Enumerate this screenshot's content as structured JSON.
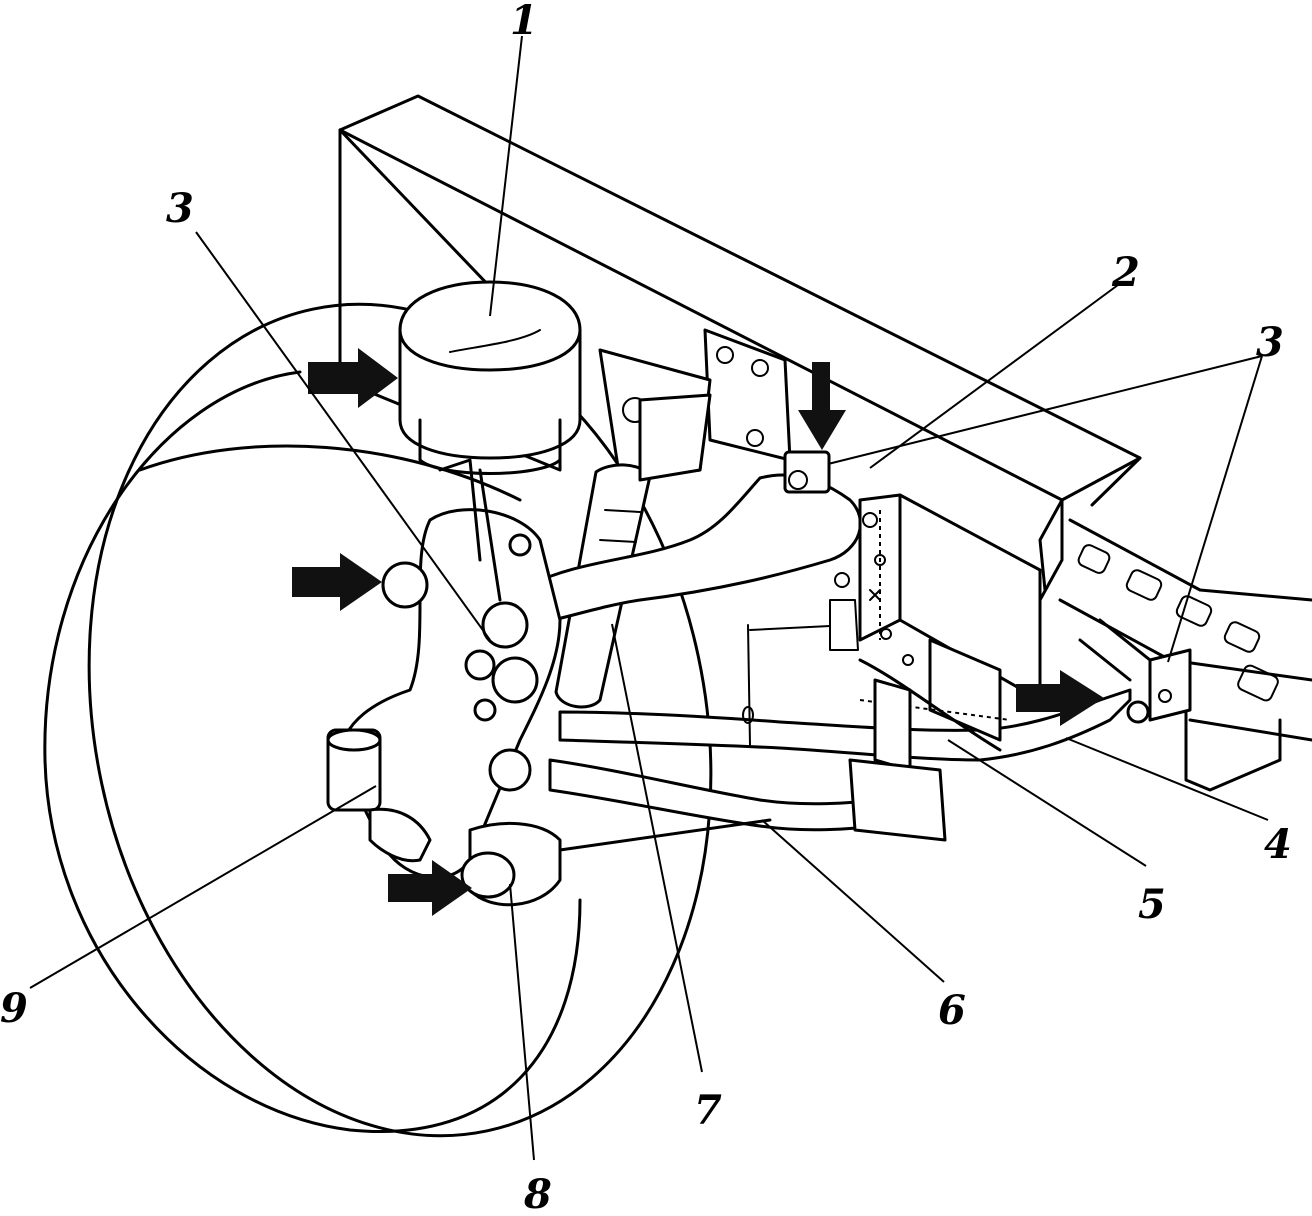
{
  "callouts": {
    "air_spring": "1",
    "upper_arm": "2",
    "bushing_left": "3",
    "bushing_right": "3",
    "lower_arm": "4",
    "stabilizer_link": "5",
    "tie_rod": "6",
    "shock_absorber": "7",
    "lower_ball_joint": "8",
    "knuckle": "9"
  },
  "colors": {
    "line": "#000000",
    "background": "#ffffff",
    "force_arrow": "#111111"
  }
}
